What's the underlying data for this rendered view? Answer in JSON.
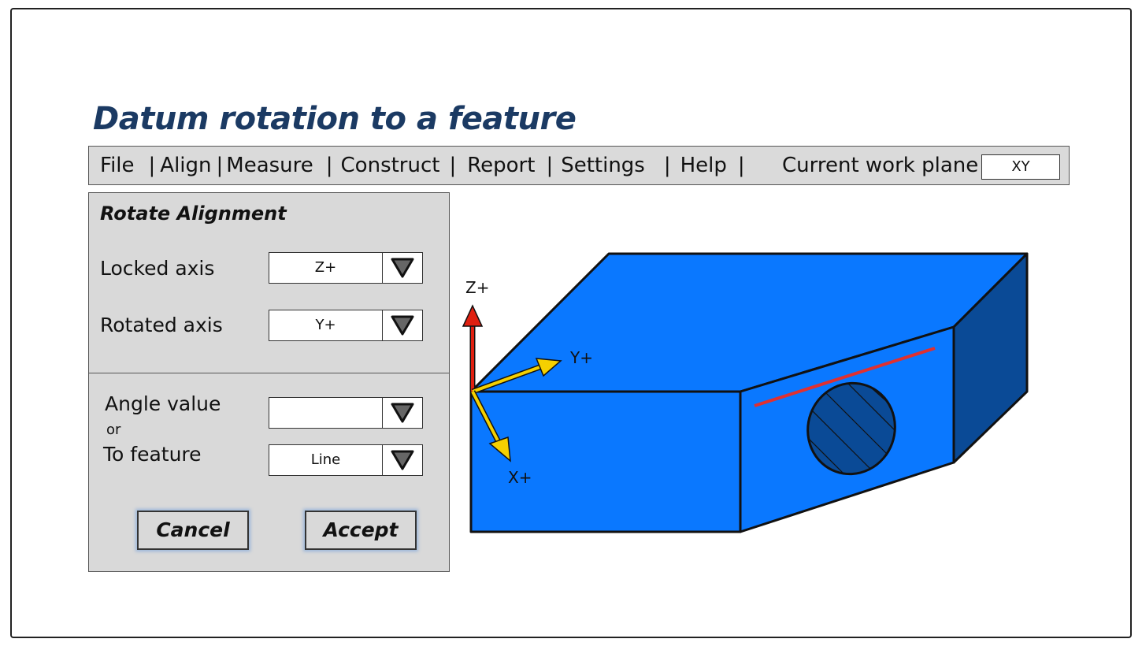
{
  "title": "Datum rotation to a feature",
  "menu": {
    "items": [
      "File",
      "Align",
      "Measure",
      "Construct",
      "Report",
      "Settings",
      "Help"
    ],
    "work_plane_label": "Current work plane",
    "work_plane_value": "XY"
  },
  "panel": {
    "title": "Rotate Alignment",
    "locked_axis_label": "Locked axis",
    "locked_axis_value": "Z+",
    "rotated_axis_label": "Rotated axis",
    "rotated_axis_value": "Y+",
    "angle_value_label": "Angle value",
    "angle_value": "",
    "or_label": "or",
    "to_feature_label": "To feature",
    "to_feature_value": "Line",
    "cancel_label": "Cancel",
    "accept_label": "Accept"
  },
  "viewport": {
    "axis_z_label": "Z+",
    "axis_y_label": "Y+",
    "axis_x_label": "X+"
  },
  "colors": {
    "title": "#1b3a63",
    "part_face": "#0a78ff",
    "part_side": "#0a4a96",
    "z_axis": "#e02010",
    "xy_axis": "#f5d000",
    "feature_line": "#e03030"
  },
  "icons": {
    "dropdown": "triangle-down-icon"
  }
}
